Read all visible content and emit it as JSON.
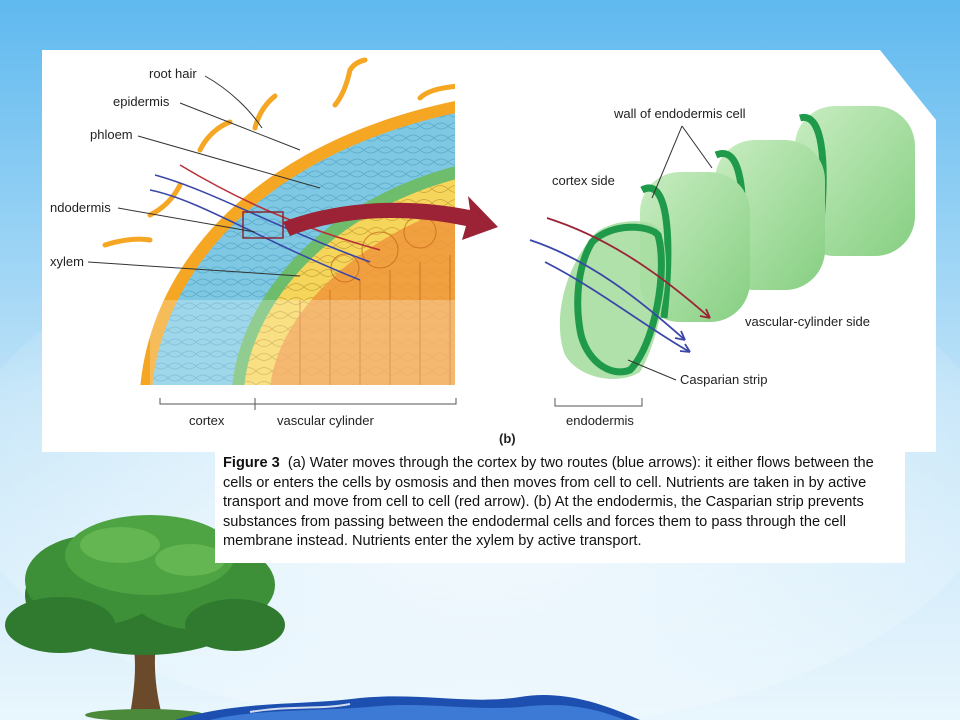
{
  "diagram": {
    "labels": {
      "root_hair": "root hair",
      "epidermis": "epidermis",
      "phloem": "phloem",
      "endodermis_left": "ndodermis",
      "xylem": "xylem",
      "cortex": "cortex",
      "vascular_cylinder": "vascular cylinder",
      "panel_b": "(b)",
      "wall_of_endodermis_cell": "wall of endodermis cell",
      "cortex_side": "cortex side",
      "vascular_cylinder_side": "vascular-cylinder side",
      "casparian_strip": "Casparian strip",
      "endodermis_right": "endodermis"
    }
  },
  "caption": {
    "figure_label": "Figure 3",
    "text": "(a) Water moves through the cortex by two routes (blue arrows): it either flows between the cells or enters the cells by osmosis and then moves from cell to cell. Nutrients are taken in by active transport and move from cell to cell (red arrow). (b) At the endodermis, the Casparian strip prevents substances from passing between the endodermal cells and forces them to pass through the cell membrane instead. Nutrients enter the xylem by active transport."
  },
  "colors": {
    "sky": "#9fd3f2",
    "epidermis_orange": "#f5a623",
    "cortex_blue": "#7ec8e3",
    "endodermis_green": "#7cc67a",
    "vascular_yellow": "#f6d65a",
    "xylem_orange": "#f0963c",
    "red_arrow": "#9b2335",
    "water_arrow": "#3a47a8"
  }
}
